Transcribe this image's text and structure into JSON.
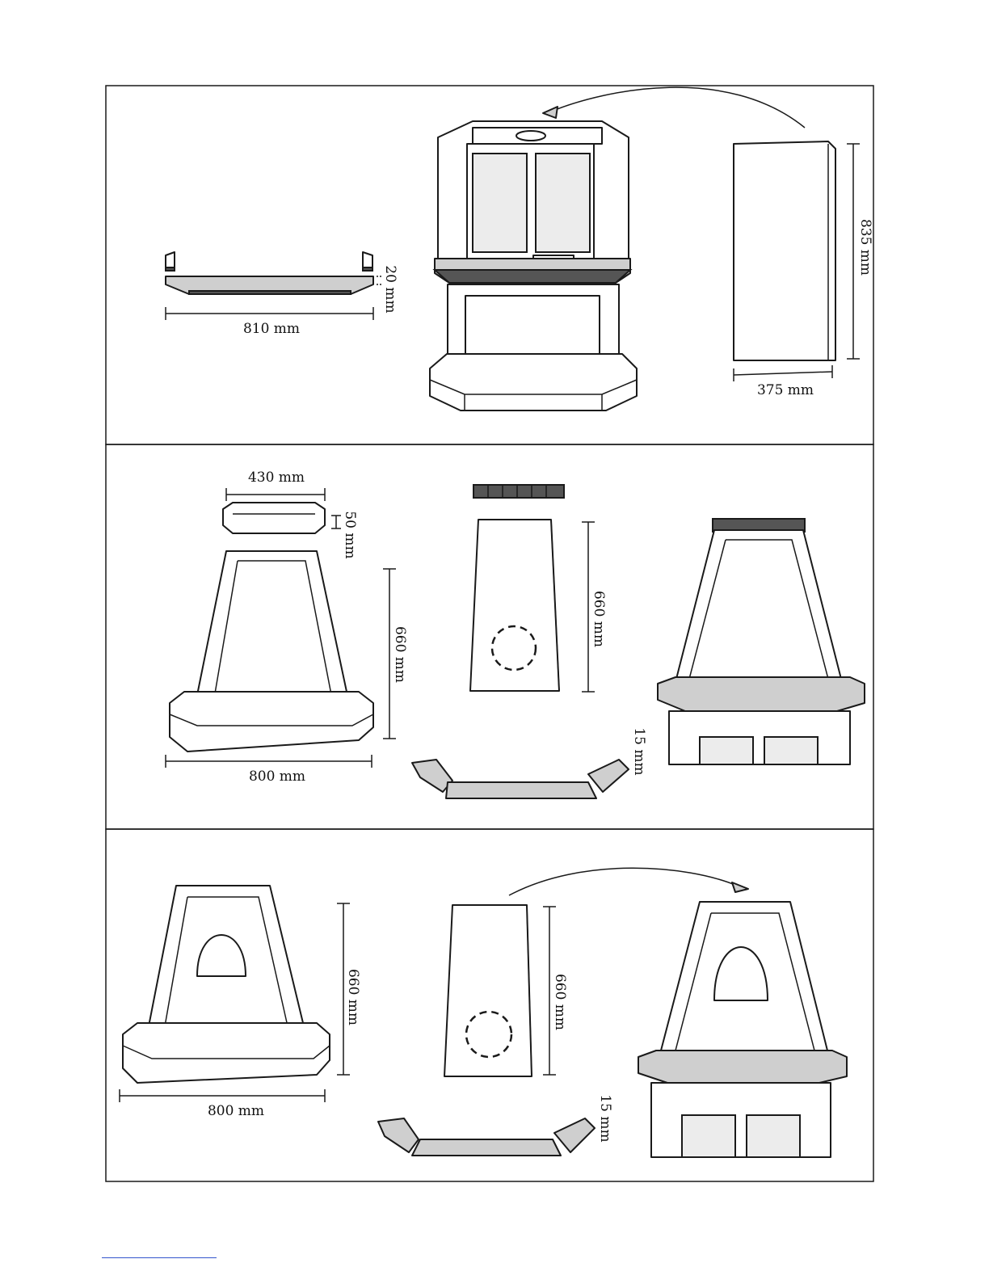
{
  "panels": {
    "top": {
      "shelf_length": "810 mm",
      "shelf_thickness": "20 mm",
      "side_panel_height": "835 mm",
      "side_panel_width": "375 mm"
    },
    "middle": {
      "top_ring_width": "430 mm",
      "top_ring_height": "50 mm",
      "hood_height": "660 mm",
      "hood_base_width": "800 mm",
      "back_plate_height": "660 mm",
      "plate_thickness": "15 mm"
    },
    "bottom": {
      "hood_height": "660 mm",
      "hood_base_width": "800 mm",
      "back_plate_height": "660 mm",
      "plate_thickness": "15 mm"
    }
  }
}
